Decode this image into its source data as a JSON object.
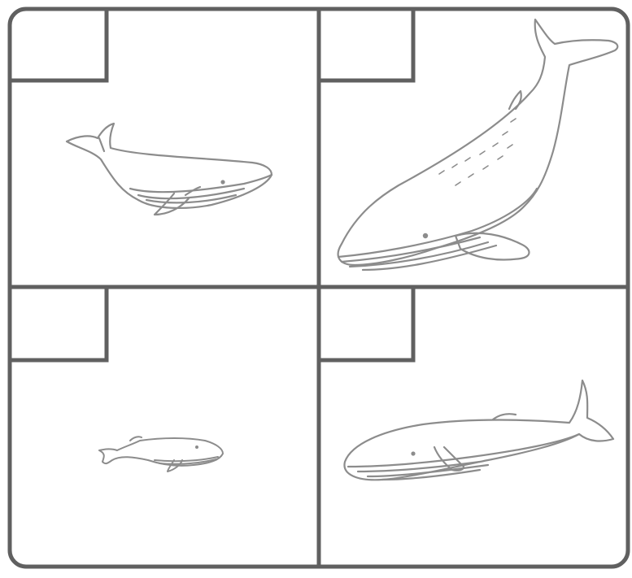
{
  "colors": {
    "stroke": "#606060",
    "whale_stroke": "#8c8c8c",
    "background": "#ffffff"
  },
  "panels": [
    {
      "position": "top-left",
      "label": "",
      "content": "whale-icon"
    },
    {
      "position": "top-right",
      "label": "",
      "content": "whale-icon"
    },
    {
      "position": "bottom-left",
      "label": "",
      "content": "whale-icon"
    },
    {
      "position": "bottom-right",
      "label": "",
      "content": "whale-icon"
    }
  ]
}
